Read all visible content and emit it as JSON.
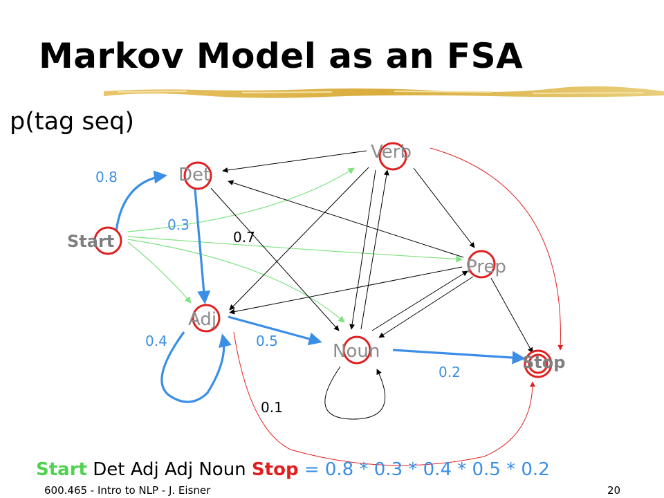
{
  "slide": {
    "title": "Markov Model as an FSA",
    "subtitle": "p(tag seq)",
    "footer_left": "600.465 - Intro to NLP - J. Eisner",
    "page_number": "20"
  },
  "colors": {
    "highlight_path": "#3a8ee6",
    "start_edges": "#7ee27e",
    "stop_edges": "#e02020",
    "other_edges": "#000000",
    "state_circle": "#e02020",
    "state_label": "#8c8c8c"
  },
  "states": {
    "start": "Start",
    "det": "Det",
    "verb": "Verb",
    "prep": "Prep",
    "adj": "Adj",
    "noun": "Noun",
    "stop": "Stop"
  },
  "probabilities": {
    "start_det": "0.8",
    "det_adj": "0.3",
    "det_noun": "0.7",
    "adj_adj": "0.4",
    "adj_noun": "0.5",
    "noun_stop": "0.2",
    "adj_stop": "0.1"
  },
  "equation": {
    "start": "Start",
    "middle": "Det Adj Adj Noun",
    "stop": "Stop",
    "calc": "= 0.8 * 0.3 * 0.4 * 0.5 * 0.2"
  }
}
